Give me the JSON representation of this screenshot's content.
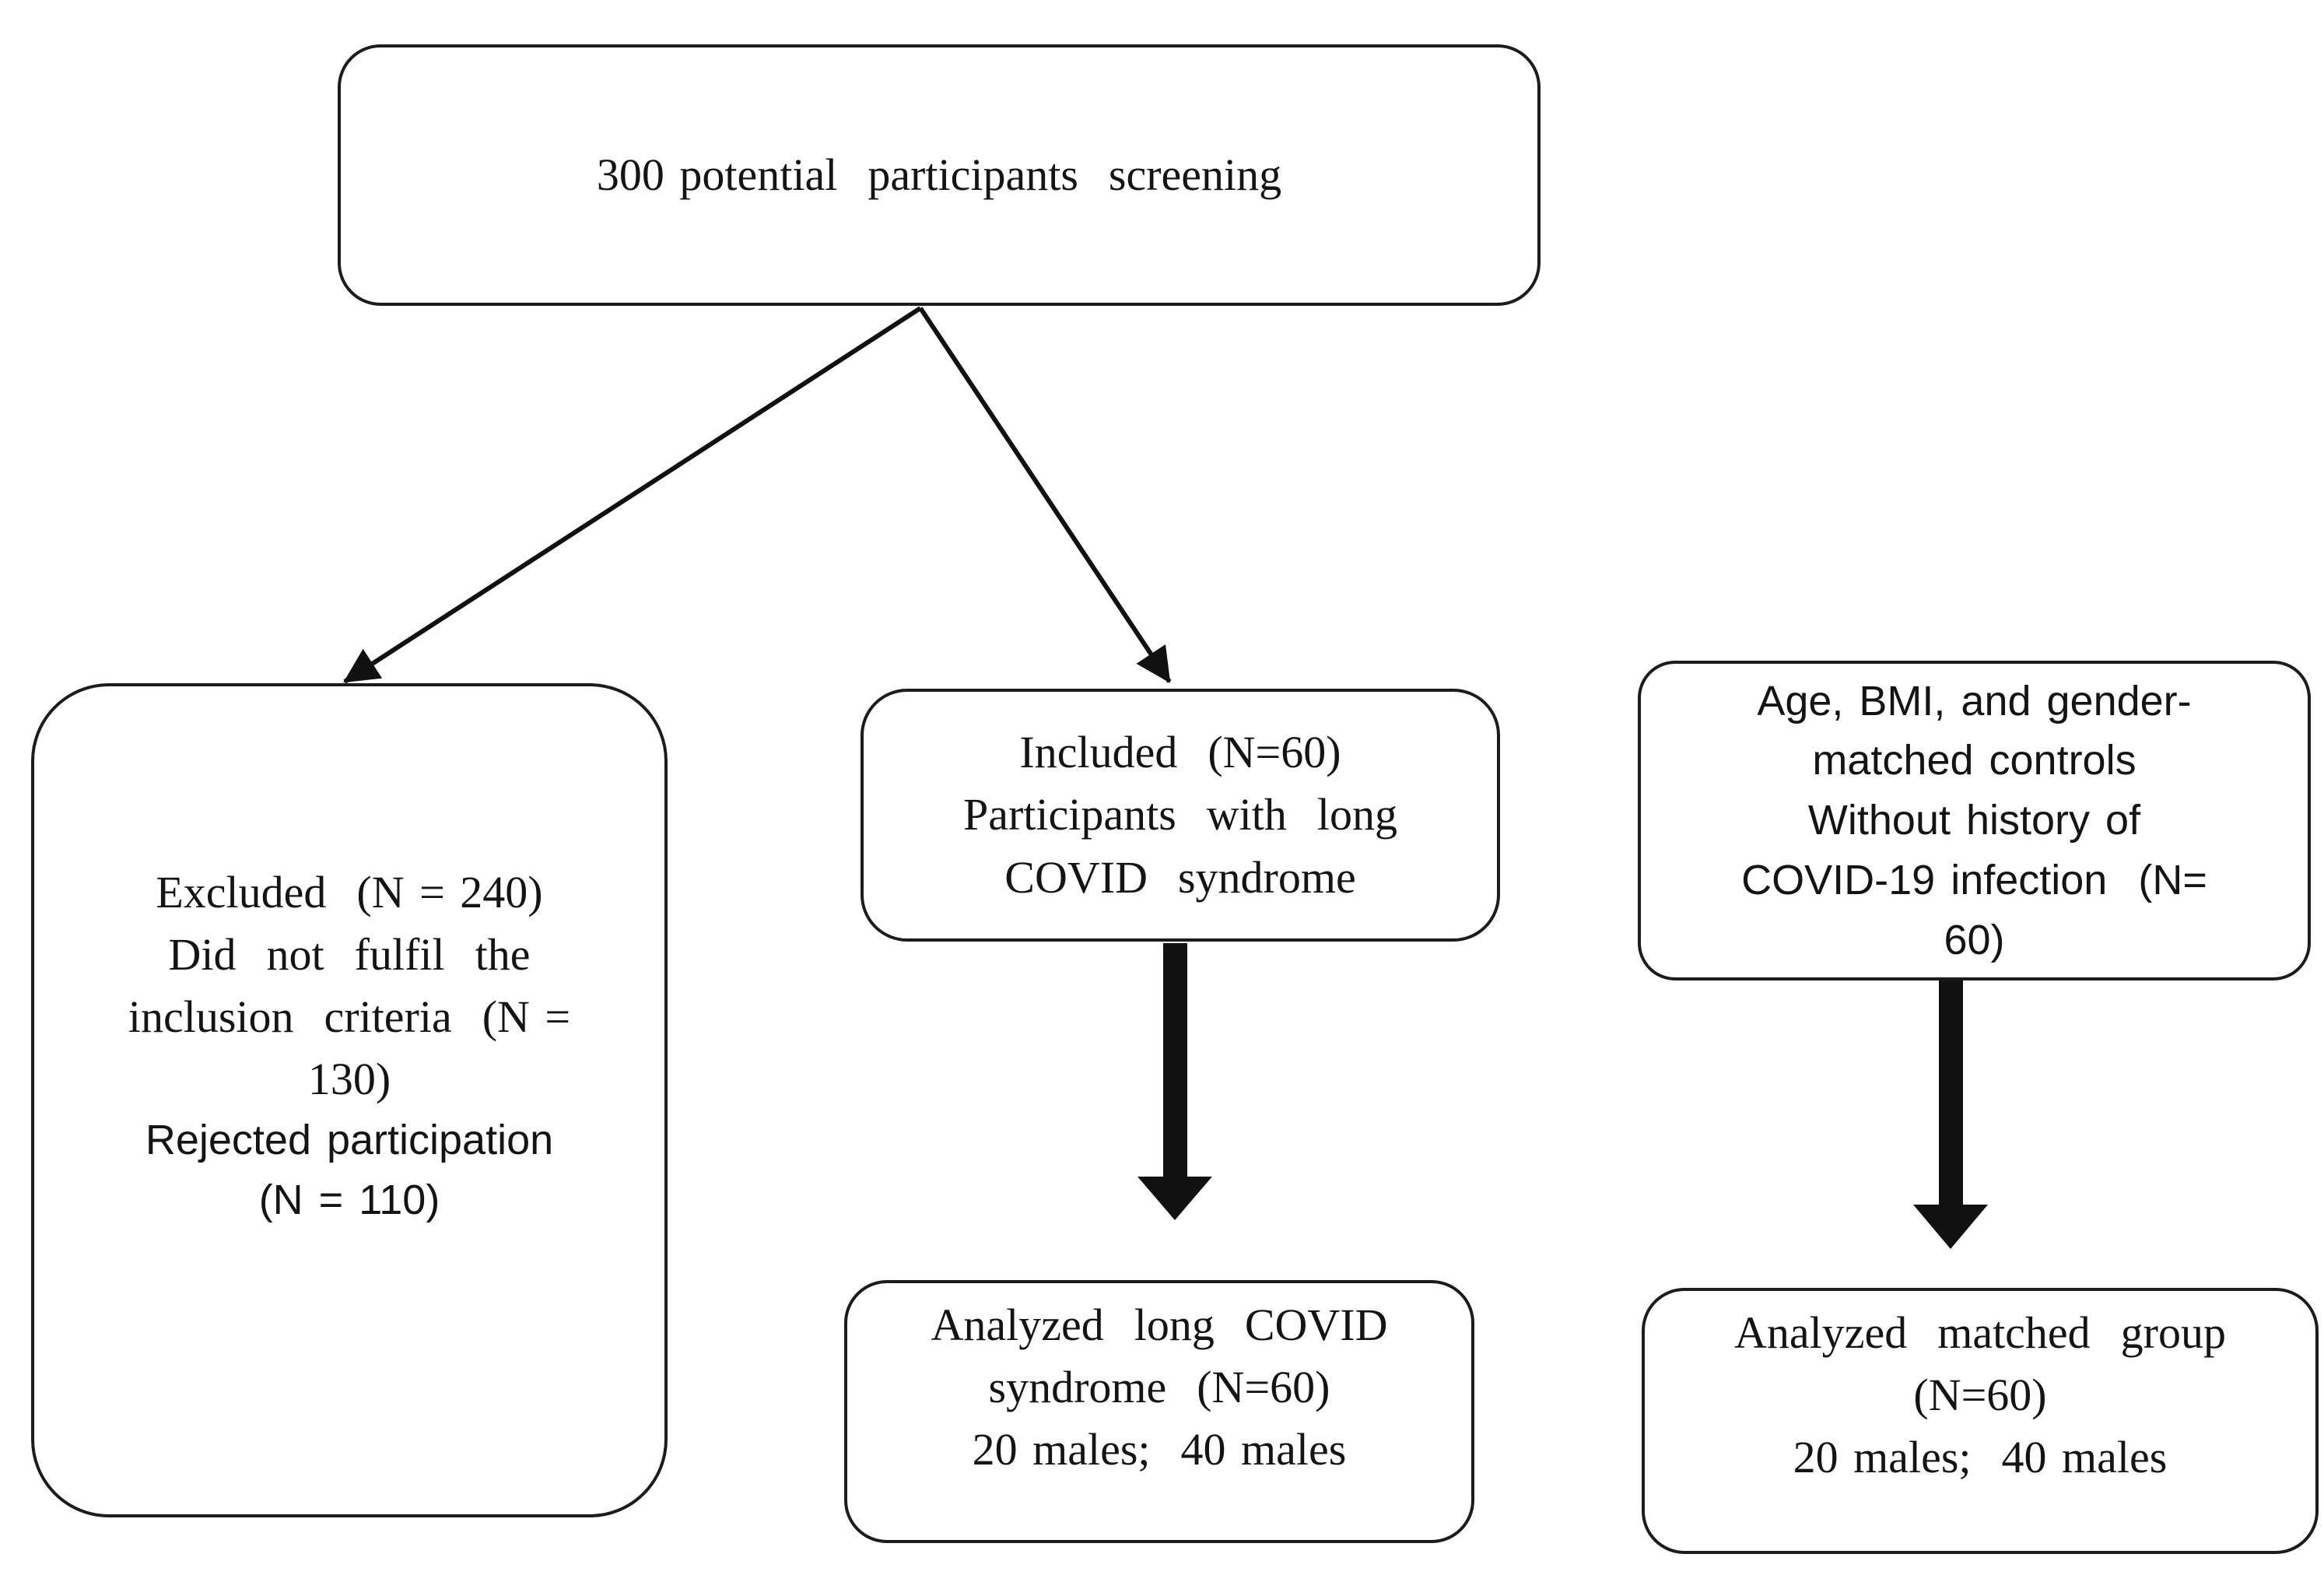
{
  "page": {
    "background_color": "#ffffff"
  },
  "diagram": {
    "type": "participant-flow-chart",
    "colors": {
      "box_border": "#1c1c1c",
      "box_fill": "#ffffff",
      "text": "#141414",
      "arrow": "#111111"
    },
    "boxes": {
      "screening": {
        "text": "300 potential  participants  screening"
      },
      "excluded": {
        "text_serif": "Excluded  (N = 240)\nDid  not  fulfil  the\ninclusion  criteria  (N =\n130)",
        "text_sans": "Rejected participation\n(N = 110)"
      },
      "included": {
        "text": "Included  (N=60)\nParticipants  with  long\nCOVID  syndrome"
      },
      "controls": {
        "text": "Age, BMI, and gender-\nmatched controls\nWithout history of\nCOVID-19 infection  (N=\n60)"
      },
      "analyzed_long_covid": {
        "text": "Analyzed  long  COVID\nsyndrome  (N=60)\n20 males;  40 males"
      },
      "analyzed_matched": {
        "text": "Analyzed  matched  group\n(N=60)\n20 males;  40 males"
      }
    },
    "edges": [
      {
        "from": "screening",
        "to": "excluded",
        "style": "thin"
      },
      {
        "from": "screening",
        "to": "included",
        "style": "thin"
      },
      {
        "from": "included",
        "to": "analyzed_long_covid",
        "style": "thick"
      },
      {
        "from": "controls",
        "to": "analyzed_matched",
        "style": "thick"
      }
    ]
  }
}
